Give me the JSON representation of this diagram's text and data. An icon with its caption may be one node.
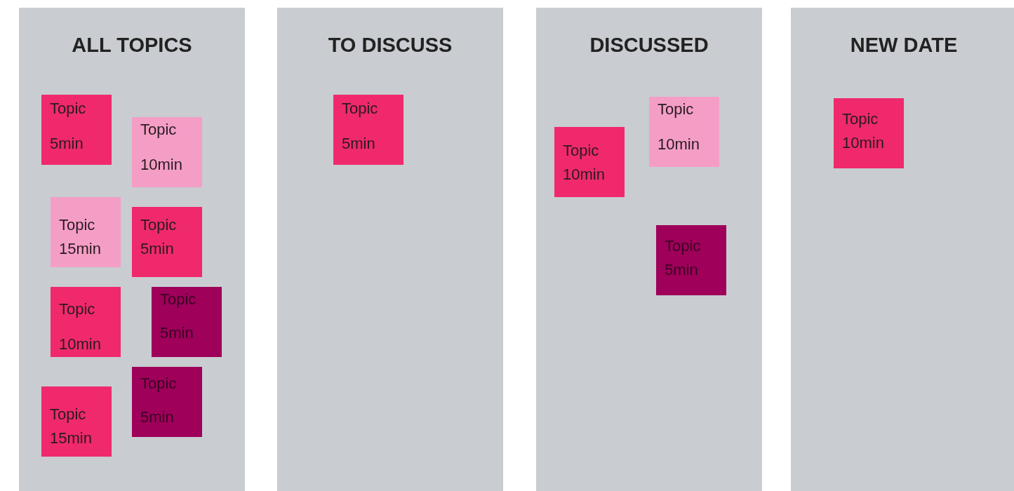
{
  "diagram": {
    "nodes": [
      {
        "text": [
          "ALL TOPICS"
        ]
      },
      {
        "text": [
          "Topic",
          "5min"
        ],
        "in": 0
      },
      {
        "text": [
          "Topic",
          "10min"
        ],
        "in": 0
      },
      {
        "text": [
          "Topic",
          "15min"
        ],
        "in": 0
      },
      {
        "text": [
          "Topic",
          "5min"
        ],
        "in": 0
      },
      {
        "text": [
          "Topic",
          "10min"
        ],
        "in": 0
      },
      {
        "text": [
          "Topic",
          "5min"
        ],
        "in": 0
      },
      {
        "text": [
          "Topic",
          "15min"
        ],
        "in": 0
      },
      {
        "text": [
          "Topic",
          "5min"
        ],
        "in": 0
      },
      {
        "text": [
          "TO DISCUSS"
        ]
      },
      {
        "text": [
          "Topic",
          "5min"
        ],
        "in": 9
      },
      {
        "text": [
          "DISCUSSED"
        ]
      },
      {
        "text": [
          "Topic",
          "10min"
        ],
        "in": 11
      },
      {
        "text": [
          "Topic",
          "10min"
        ],
        "in": 11
      },
      {
        "text": [
          "Topic",
          "5min"
        ],
        "in": 11
      },
      {
        "text": [
          "NEW DATE"
        ]
      },
      {
        "text": [
          "Topic",
          "10min"
        ],
        "in": 15
      }
    ]
  }
}
